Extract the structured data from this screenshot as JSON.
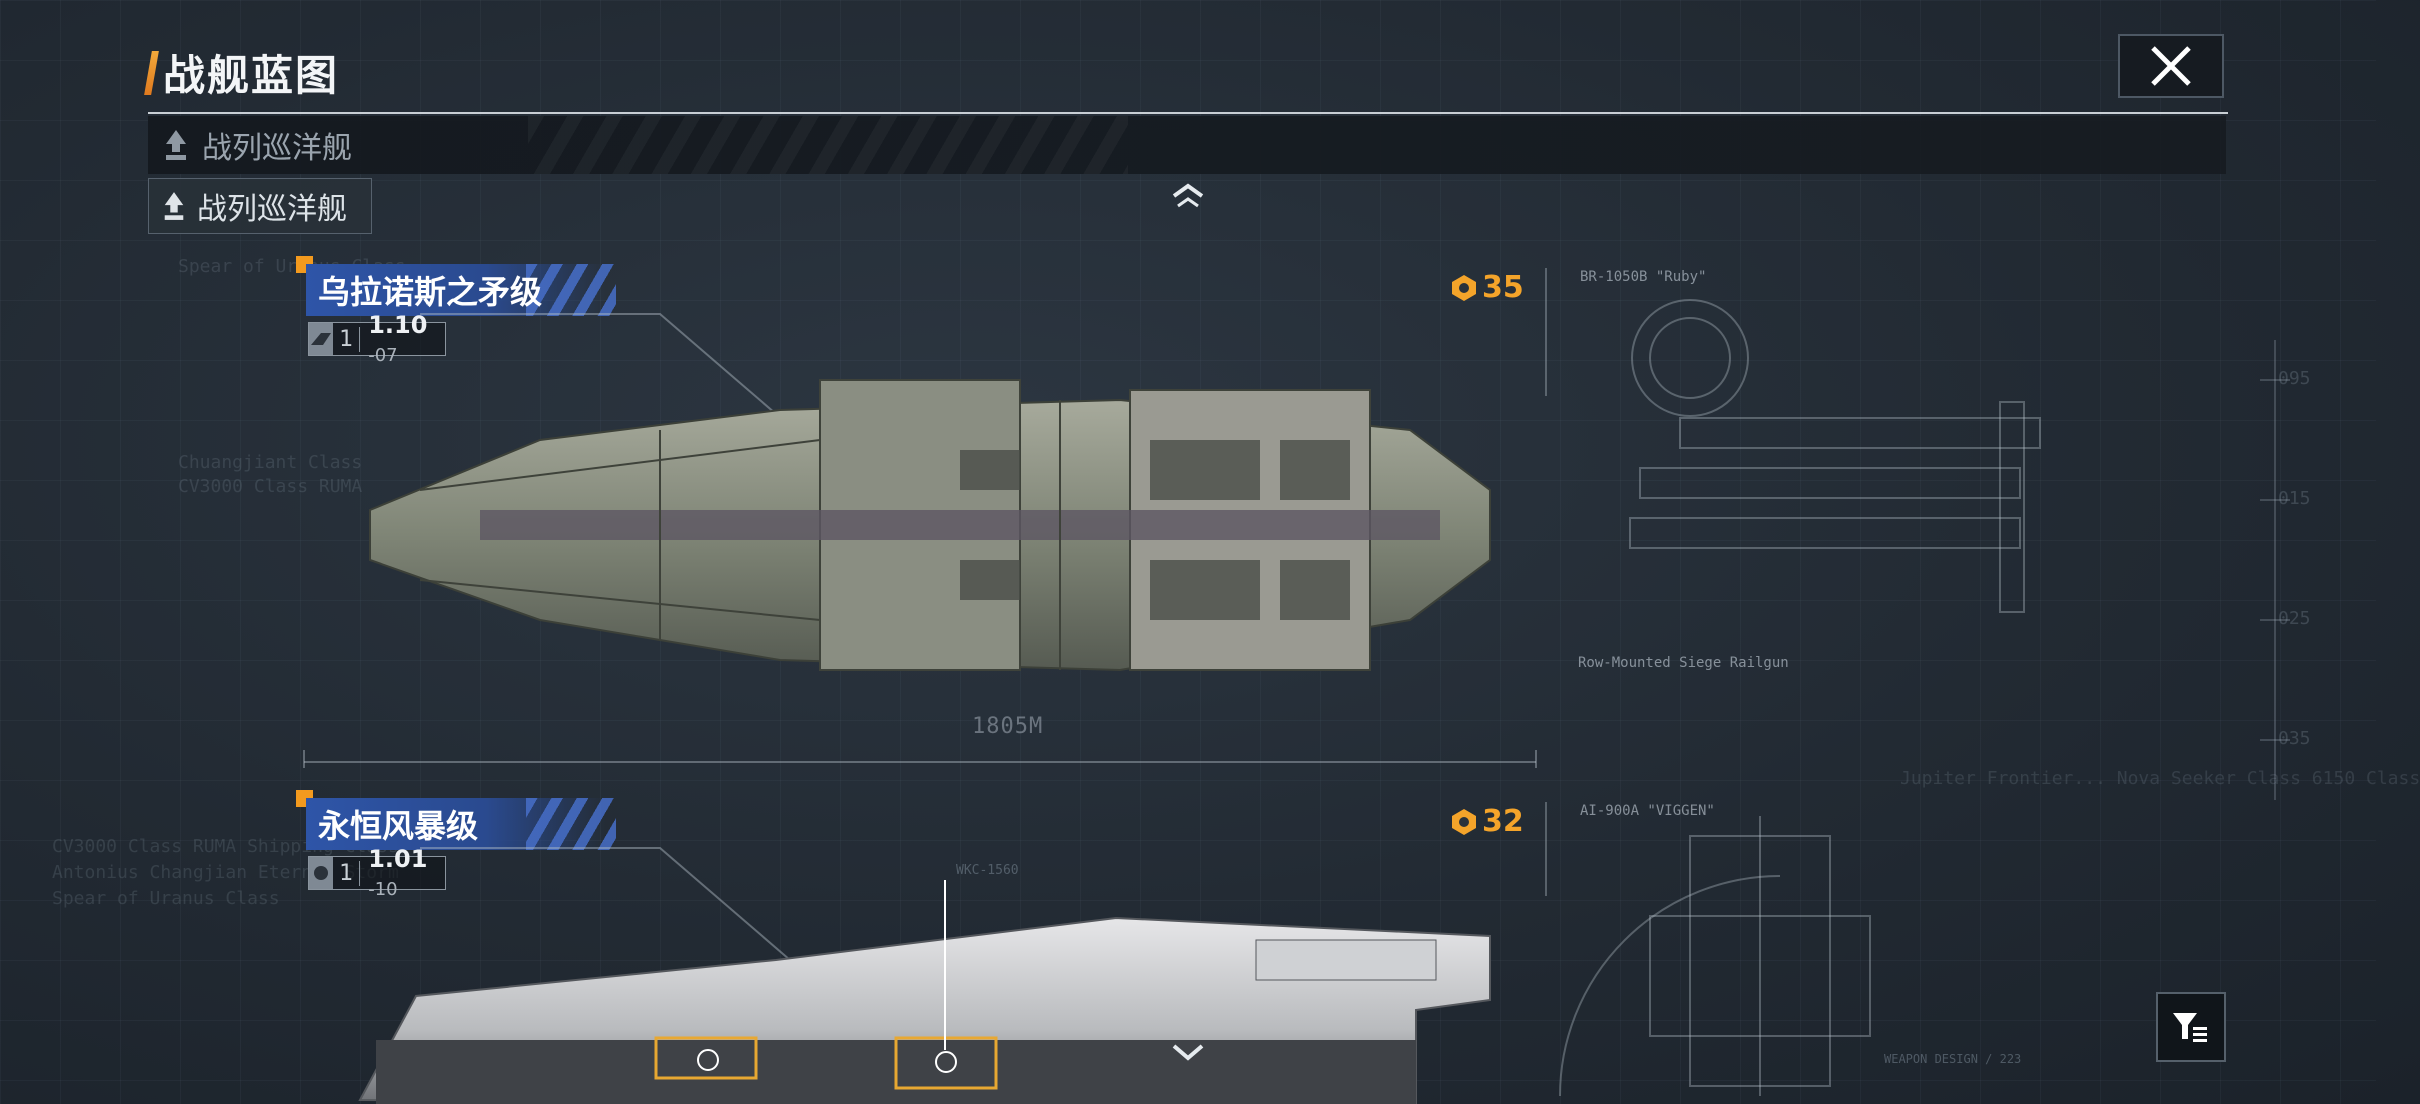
{
  "header": {
    "title": "战舰蓝图",
    "close_icon": "close-icon"
  },
  "class_filter": {
    "collapsed_label": "战列巡洋舰",
    "active_tab_label": "战列巡洋舰",
    "icon": "ship-class-icon"
  },
  "ships": [
    {
      "name": "乌拉诺斯之矛级",
      "stat_level": "1",
      "version_main": "1.10",
      "version_sub": "-07",
      "cost": "35",
      "length": "1805M",
      "weapon_1": "BR-1050B \"Ruby\"",
      "weapon_2": "Row-Mounted Siege Railgun"
    },
    {
      "name": "永恒风暴级",
      "stat_level": "1",
      "version_main": "1.01",
      "version_sub": "-10",
      "cost": "32",
      "weapon_1": "AI-900A \"VIGGEN\"",
      "callout": "WKC-1560"
    }
  ],
  "background_text": [
    "Spear of Uranus Class",
    "Chuangjiant Class",
    "CV3000 Class RUMA",
    "CV3000 Class RUMA Shipping Class",
    "Antonius Changjian Eternal Storm",
    "Spear of Uranus Class",
    "Jupiter Frontier... Nova Seeker Class 6150 Class",
    "WEAPON DESIGN / 223"
  ],
  "colors": {
    "accent_orange": "#f39a1e",
    "name_plate_blue": "#2e55a8",
    "cost_color": "#f4a42a"
  }
}
